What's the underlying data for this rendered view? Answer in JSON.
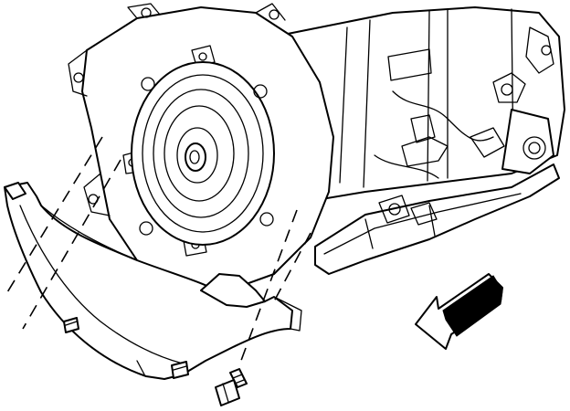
{
  "diagram": {
    "subject": "transmission",
    "parts": [
      {
        "id": "transmission-case",
        "icon": "transmission-case-drawing"
      },
      {
        "id": "torque-converter",
        "icon": "torque-converter-drawing"
      },
      {
        "id": "oil-pan",
        "icon": "oil-pan-drawing"
      },
      {
        "id": "flywheel-cover",
        "icon": "inspection-cover-drawing"
      },
      {
        "id": "bolt",
        "icon": "bolt-drawing"
      },
      {
        "id": "studs",
        "icon": "stud-drawing"
      }
    ],
    "direction_arrow": {
      "icon": "front-direction-arrow-icon"
    },
    "colors": {
      "line": "#000000",
      "background": "#ffffff"
    }
  }
}
